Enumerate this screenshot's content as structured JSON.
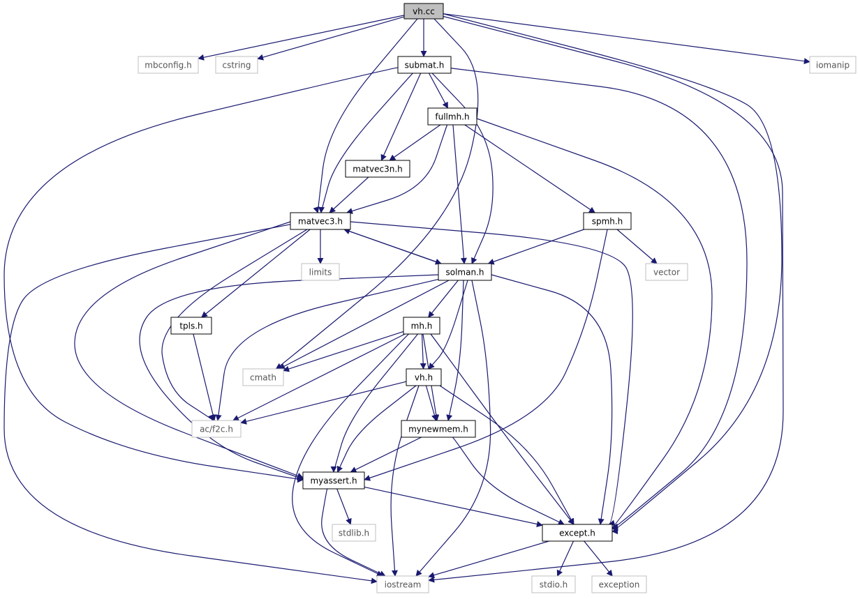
{
  "colors": {
    "edge": "#191970",
    "local_border": "#000000",
    "system_border": "#bfbfbf",
    "root_fill": "#bfbfbf"
  },
  "nodes": {
    "vh_cc": "vh.cc",
    "mbconfig_h": "mbconfig.h",
    "cstring": "cstring",
    "submat_h": "submat.h",
    "iomanip": "iomanip",
    "fullmh_h": "fullmh.h",
    "matvec3n_h": "matvec3n.h",
    "matvec3_h": "matvec3.h",
    "spmh_h": "spmh.h",
    "limits": "limits",
    "solman_h": "solman.h",
    "vector": "vector",
    "tpls_h": "tpls.h",
    "mh_h": "mh.h",
    "cmath": "cmath",
    "vh_h": "vh.h",
    "ac_f2c_h": "ac/f2c.h",
    "mynewmem_h": "mynewmem.h",
    "myassert_h": "myassert.h",
    "stdlib_h": "stdlib.h",
    "except_h": "except.h",
    "iostream": "iostream",
    "stdio_h": "stdio.h",
    "exception": "exception"
  },
  "edges": [
    [
      "vh_cc",
      "mbconfig_h"
    ],
    [
      "vh_cc",
      "cstring"
    ],
    [
      "vh_cc",
      "submat_h"
    ],
    [
      "vh_cc",
      "matvec3_h"
    ],
    [
      "vh_cc",
      "cmath"
    ],
    [
      "vh_cc",
      "except_h"
    ],
    [
      "vh_cc",
      "iomanip"
    ],
    [
      "vh_cc",
      "iostream"
    ],
    [
      "submat_h",
      "fullmh_h"
    ],
    [
      "submat_h",
      "matvec3n_h"
    ],
    [
      "submat_h",
      "matvec3_h"
    ],
    [
      "submat_h",
      "solman_h"
    ],
    [
      "submat_h",
      "myassert_h"
    ],
    [
      "submat_h",
      "except_h"
    ],
    [
      "fullmh_h",
      "matvec3n_h"
    ],
    [
      "fullmh_h",
      "matvec3_h"
    ],
    [
      "fullmh_h",
      "solman_h"
    ],
    [
      "fullmh_h",
      "spmh_h"
    ],
    [
      "fullmh_h",
      "except_h"
    ],
    [
      "matvec3n_h",
      "matvec3_h"
    ],
    [
      "matvec3_h",
      "limits"
    ],
    [
      "matvec3_h",
      "solman_h"
    ],
    [
      "matvec3_h",
      "tpls_h"
    ],
    [
      "matvec3_h",
      "ac_f2c_h"
    ],
    [
      "matvec3_h",
      "myassert_h"
    ],
    [
      "matvec3_h",
      "except_h"
    ],
    [
      "matvec3_h",
      "iostream"
    ],
    [
      "spmh_h",
      "solman_h"
    ],
    [
      "spmh_h",
      "vector"
    ],
    [
      "spmh_h",
      "myassert_h"
    ],
    [
      "solman_h",
      "matvec3_h"
    ],
    [
      "solman_h",
      "mh_h"
    ],
    [
      "solman_h",
      "cmath"
    ],
    [
      "solman_h",
      "ac_f2c_h"
    ],
    [
      "solman_h",
      "myassert_h"
    ],
    [
      "solman_h",
      "vh_h"
    ],
    [
      "solman_h",
      "mynewmem_h"
    ],
    [
      "solman_h",
      "except_h"
    ],
    [
      "solman_h",
      "iostream"
    ],
    [
      "tpls_h",
      "ac_f2c_h"
    ],
    [
      "mh_h",
      "cmath"
    ],
    [
      "mh_h",
      "vh_h"
    ],
    [
      "mh_h",
      "ac_f2c_h"
    ],
    [
      "mh_h",
      "mynewmem_h"
    ],
    [
      "mh_h",
      "myassert_h"
    ],
    [
      "mh_h",
      "except_h"
    ],
    [
      "mh_h",
      "iostream"
    ],
    [
      "vh_h",
      "ac_f2c_h"
    ],
    [
      "vh_h",
      "mynewmem_h"
    ],
    [
      "vh_h",
      "myassert_h"
    ],
    [
      "vh_h",
      "except_h"
    ],
    [
      "vh_h",
      "iostream"
    ],
    [
      "mynewmem_h",
      "myassert_h"
    ],
    [
      "mynewmem_h",
      "except_h"
    ],
    [
      "myassert_h",
      "stdlib_h"
    ],
    [
      "myassert_h",
      "except_h"
    ],
    [
      "myassert_h",
      "iostream"
    ],
    [
      "except_h",
      "iostream"
    ],
    [
      "except_h",
      "stdio_h"
    ],
    [
      "except_h",
      "exception"
    ]
  ]
}
